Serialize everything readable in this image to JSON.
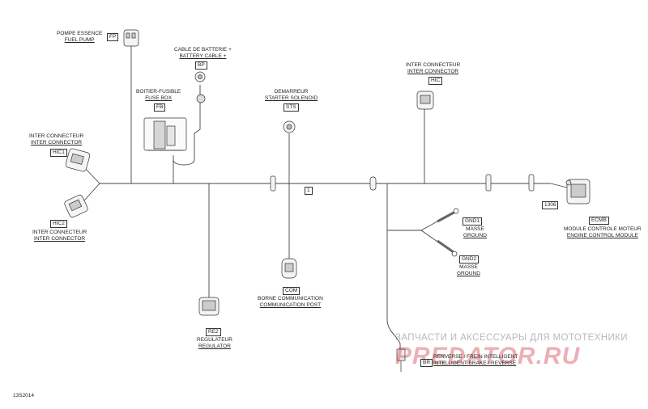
{
  "components": {
    "fuel_pump": {
      "fr": "POMPE ESSENCE",
      "en": "FUEL PUMP",
      "code": "FP"
    },
    "battery_cable": {
      "fr": "CABLE DE BATTERIE +",
      "en": "BATTERY CABLE +",
      "code": "BP"
    },
    "fuse_box": {
      "fr": "BOITIER-FUSIBLE",
      "en": "FUSE BOX",
      "code": "FB"
    },
    "starter_solenoid": {
      "fr": "DEMARREUR",
      "en": "STARTER SOLENOID",
      "code": "STS"
    },
    "inter_connector_hic": {
      "fr": "INTER CONNECTEUR",
      "en": "INTER CONNECTOR",
      "code": "HIC"
    },
    "inter_connector_hic1": {
      "fr": "INTER CONNECTEUR",
      "en": "INTER CONNECTOR",
      "code": "HIC1"
    },
    "inter_connector_hic2": {
      "fr": "INTER CONNECTEUR",
      "en": "INTER CONNECTOR",
      "code": "HIC2"
    },
    "ground_1": {
      "code": "GND1",
      "fr": "MASSE",
      "en": "GROUND"
    },
    "ground_2": {
      "code": "GND2",
      "fr": "MASSE",
      "en": "GROUND"
    },
    "ecm": {
      "code": "ECMB",
      "fr": "MODULE CONTROLE MOTEUR",
      "en": "ENGINE CONTROL MODULE",
      "ref": "1306"
    },
    "communication_post": {
      "code": "COM",
      "fr": "BORNE COMMUNICATION",
      "en": "COMMUNICATION POST"
    },
    "regulator": {
      "code": "RE2",
      "fr": "REGULATEUR",
      "en": "REGULATOR"
    },
    "intelligent_brake": {
      "code": "BR",
      "fr": "RENVERSE / FREIN INTELLIGENT",
      "en": "INTELLIGENT BRAKE / REVERSE"
    }
  },
  "misc": {
    "connector_marker": "1",
    "drawing_number": "13S2014"
  },
  "watermark": {
    "tagline": "ЗАПЧАСТИ И АКСЕССУАРЫ ДЛЯ МОТОТЕХНИКИ",
    "brand": "PREDATOR.RU"
  }
}
